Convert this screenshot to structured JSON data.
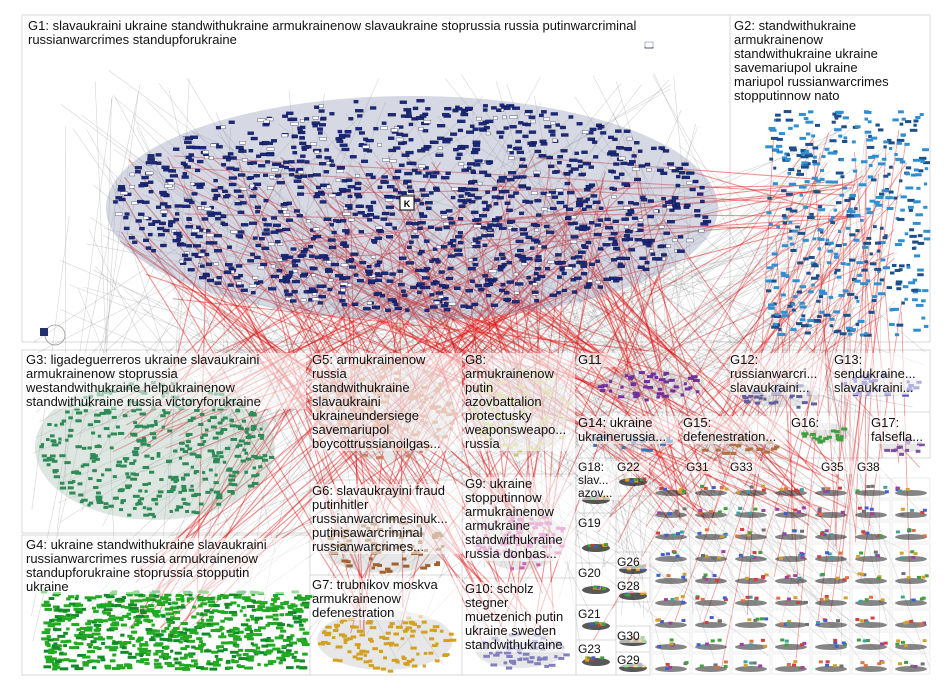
{
  "groups": [
    {
      "id": "G1",
      "label": "G1: slavaukraini ukraine standwithukraine armukrainenow slavaukraine stoprussia russia putinwarcriminal\nrussianwarcrimes standupforukraine",
      "color": "#1a2a7a"
    },
    {
      "id": "G2",
      "label": "G2: standwithukraine\narmukrainenow\nstandwithukraine ukraine\nsavemariupol ukraine\nmariupol russianwarcrimes\nstopputinnow nato",
      "color": "#2f8fd0"
    },
    {
      "id": "G3",
      "label": "G3: ligadeguerreros ukraine slavaukraini\narmukrainenow stoprussia\nwestandwithukraine helpukrainenow\nstandwithukraine russia victoryforukraine",
      "color": "#2e8b57"
    },
    {
      "id": "G4",
      "label": "G4: ukraine standwithukraine slavaukraini\nrussianwarcrimes russia armukrainenow\nstandupforukraine stoprussia stopputin\nukraine",
      "color": "#22aa22"
    },
    {
      "id": "G5",
      "label": "G5: armukrainenow\nrussia\nstandwithukraine\nslavaukraini\nukraineundersiege\nsavemariupol\nboycottrussianoilgas...",
      "color": "#d08060"
    },
    {
      "id": "G6",
      "label": "G6: slavaukrayini fraud\nputinhitler\nrussianwarcrimesinuk...\nputinisawarcriminal\nrussianwarcrimes...",
      "color": "#a06030"
    },
    {
      "id": "G7",
      "label": "G7: trubnikov moskva\narmukrainenow\ndefenestration",
      "color": "#d4a020"
    },
    {
      "id": "G8",
      "label": "G8:\narmukrainenow\nputin\nazovbattalion\nprotectusky\nweaponsweapo...\nrussia",
      "color": "#c8c870"
    },
    {
      "id": "G9",
      "label": "G9: ukraine\nstopputinnow\narmukrainenow\narmukraine\nstandwithukraine\nrussia donbas...",
      "color": "#d060b0"
    },
    {
      "id": "G10",
      "label": "G10: scholz\nstegner\nmuetzenich putin\nukraine sweden\nstandwithukraine",
      "color": "#8080c0"
    },
    {
      "id": "G11",
      "label": "G11",
      "color": "#7030a0"
    },
    {
      "id": "G12",
      "label": "G12:\nrussianwarcri...\nslavaukraini...",
      "color": "#6060a0"
    },
    {
      "id": "G13",
      "label": "G13:\nsendukraine...\nslavaukraini...",
      "color": "#5050c0"
    },
    {
      "id": "G14",
      "label": "G14: ukraine\nukrainerussia...",
      "color": "#4070b0"
    },
    {
      "id": "G15",
      "label": "G15:\ndefenestration...",
      "color": "#b07040"
    },
    {
      "id": "G16",
      "label": "G16:",
      "color": "#40a040"
    },
    {
      "id": "G17",
      "label": "G17:\nfalsefla...",
      "color": "#8050a0"
    },
    {
      "id": "G18",
      "label": "G18:\nslav...\nazov...",
      "color": "#505050"
    },
    {
      "id": "G19",
      "label": "G19",
      "color": "#505050"
    },
    {
      "id": "G20",
      "label": "G20",
      "color": "#505050"
    },
    {
      "id": "G21",
      "label": "G21",
      "color": "#505050"
    },
    {
      "id": "G22",
      "label": "G22",
      "color": "#505050"
    },
    {
      "id": "G23",
      "label": "G23",
      "color": "#505050"
    },
    {
      "id": "G26",
      "label": "G26",
      "color": "#505050"
    },
    {
      "id": "G28",
      "label": "G28",
      "color": "#505050"
    },
    {
      "id": "G29",
      "label": "G29",
      "color": "#505050"
    },
    {
      "id": "G30",
      "label": "G30",
      "color": "#505050"
    },
    {
      "id": "G31",
      "label": "G31",
      "color": "#505050"
    },
    {
      "id": "G33",
      "label": "G33",
      "color": "#505050"
    },
    {
      "id": "G35",
      "label": "G35",
      "color": "#505050"
    },
    {
      "id": "G38",
      "label": "G38",
      "color": "#505050"
    }
  ],
  "center_node_label": "K",
  "edge_colors": {
    "inter_group": "#e01010",
    "gray": "#8a8a8a",
    "intra_blue": "#23306b"
  }
}
